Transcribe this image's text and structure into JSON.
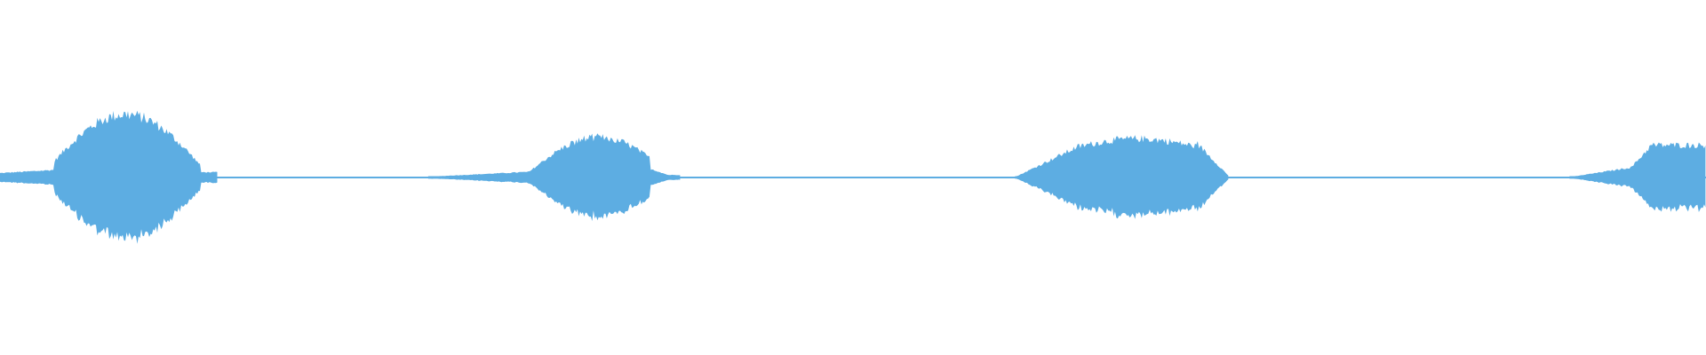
{
  "waveform": {
    "color": "#5dade2",
    "baseline_level": 0.004,
    "segments": [
      {
        "start": 0.0,
        "end": 0.128,
        "peak_amplitude": 0.39,
        "profile": "swell",
        "lead_in_level": 0.07
      },
      {
        "start": 0.251,
        "end": 0.399,
        "peak_amplitude": 0.25,
        "profile": "rise-gapped",
        "lead_in_level": 0.02
      },
      {
        "start": 0.595,
        "end": 0.72,
        "peak_amplitude": 0.24,
        "profile": "plateau",
        "lead_in_level": 0.01
      },
      {
        "start": 0.92,
        "end": 1.0,
        "peak_amplitude": 0.2,
        "profile": "rise-cut",
        "lead_in_level": 0.01
      }
    ]
  }
}
